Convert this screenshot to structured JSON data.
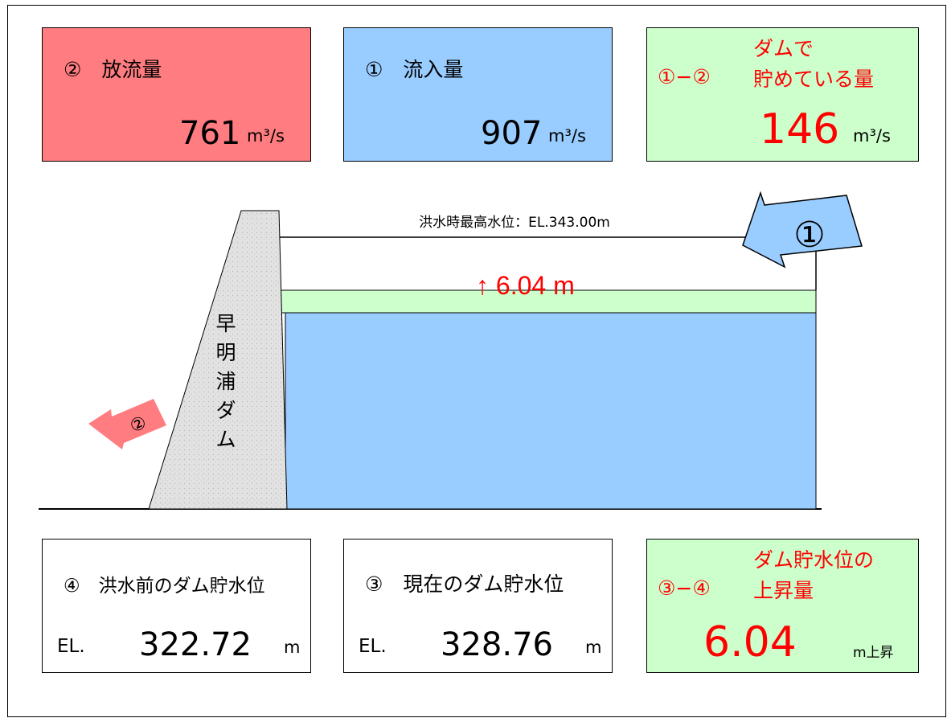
{
  "colors": {
    "outflow_box": "#ff7c80",
    "inflow_box": "#99ccff",
    "stored_box": "#ccffcc",
    "water": "#99ccff",
    "rise_band": "#ccffcc",
    "accent_red": "#ff0000"
  },
  "top_boxes": {
    "outflow": {
      "label": "②　放流量",
      "value": "761",
      "unit": "m³/s"
    },
    "inflow": {
      "label": "①　流入量",
      "value": "907",
      "unit": "m³/s"
    },
    "stored": {
      "formula": "①−②",
      "label_line1": "ダムで",
      "label_line2": "貯めている量",
      "value": "146",
      "unit": "m³/s"
    }
  },
  "diagram": {
    "flood_high_water": "洪水時最高水位：EL.343.00m",
    "rise_label": "↑ 6.04 m",
    "dam_name": [
      "早",
      "明",
      "浦",
      "ダ",
      "ム"
    ],
    "inflow_marker": "①",
    "outflow_marker": "②"
  },
  "bottom_boxes": {
    "before": {
      "label": "④　洪水前のダム貯水位",
      "prefix": "EL.",
      "value": "322.72",
      "unit": "m"
    },
    "current": {
      "label": "③　現在のダム貯水位",
      "prefix": "EL.",
      "value": "328.76",
      "unit": "m"
    },
    "rise": {
      "formula": "③−④",
      "label_line1": "ダム貯水位の",
      "label_line2": "上昇量",
      "value": "6.04",
      "unit": "m上昇"
    }
  }
}
